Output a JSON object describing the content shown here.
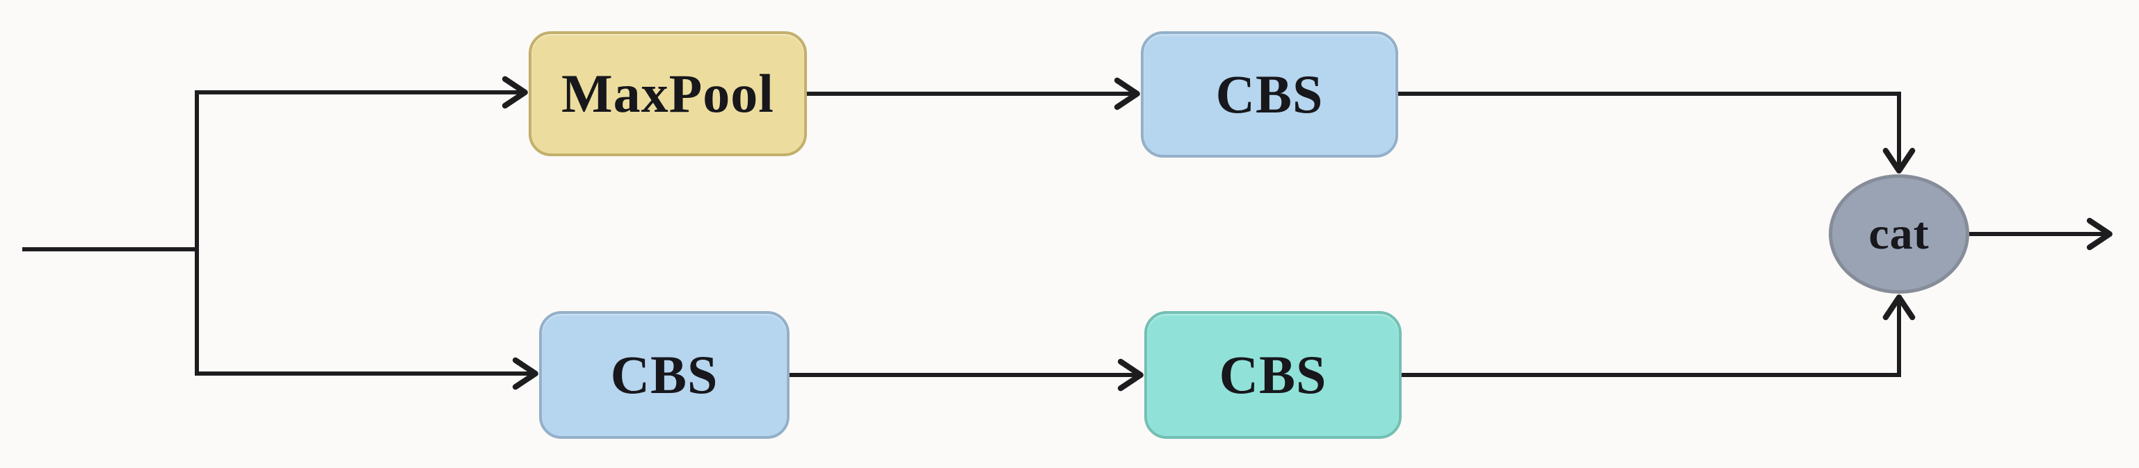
{
  "figure": {
    "title": "network block diagram",
    "background": "#fbfaf8"
  },
  "colors": {
    "background": "#fbfaf8",
    "line_color": "#1d1d1f",
    "text_color": "#17171c"
  },
  "nodes": {
    "maxpool": {
      "label": "MaxPool",
      "fill": "#ecdd9e",
      "border": "#c3af6b"
    },
    "cbs_top": {
      "label": "CBS",
      "fill": "#b6d5ee",
      "border": "#94b0c9"
    },
    "cbs_bottom_1": {
      "label": "CBS",
      "fill": "#b6d5ee",
      "border": "#94b0c9"
    },
    "cbs_bottom_2": {
      "label": "CBS",
      "fill": "#90e2d8",
      "border": "#74bfb4"
    },
    "concat": {
      "label": "cat",
      "fill": "#99a3b4",
      "border": "#868d99"
    }
  },
  "edges": [
    {
      "from": "input",
      "to": "branch-split"
    },
    {
      "from": "branch-split",
      "to": "maxpool"
    },
    {
      "from": "maxpool",
      "to": "cbs_top"
    },
    {
      "from": "cbs_top",
      "to": "concat"
    },
    {
      "from": "branch-split",
      "to": "cbs_bottom_1"
    },
    {
      "from": "cbs_bottom_1",
      "to": "cbs_bottom_2"
    },
    {
      "from": "cbs_bottom_2",
      "to": "concat"
    },
    {
      "from": "concat",
      "to": "output"
    }
  ]
}
